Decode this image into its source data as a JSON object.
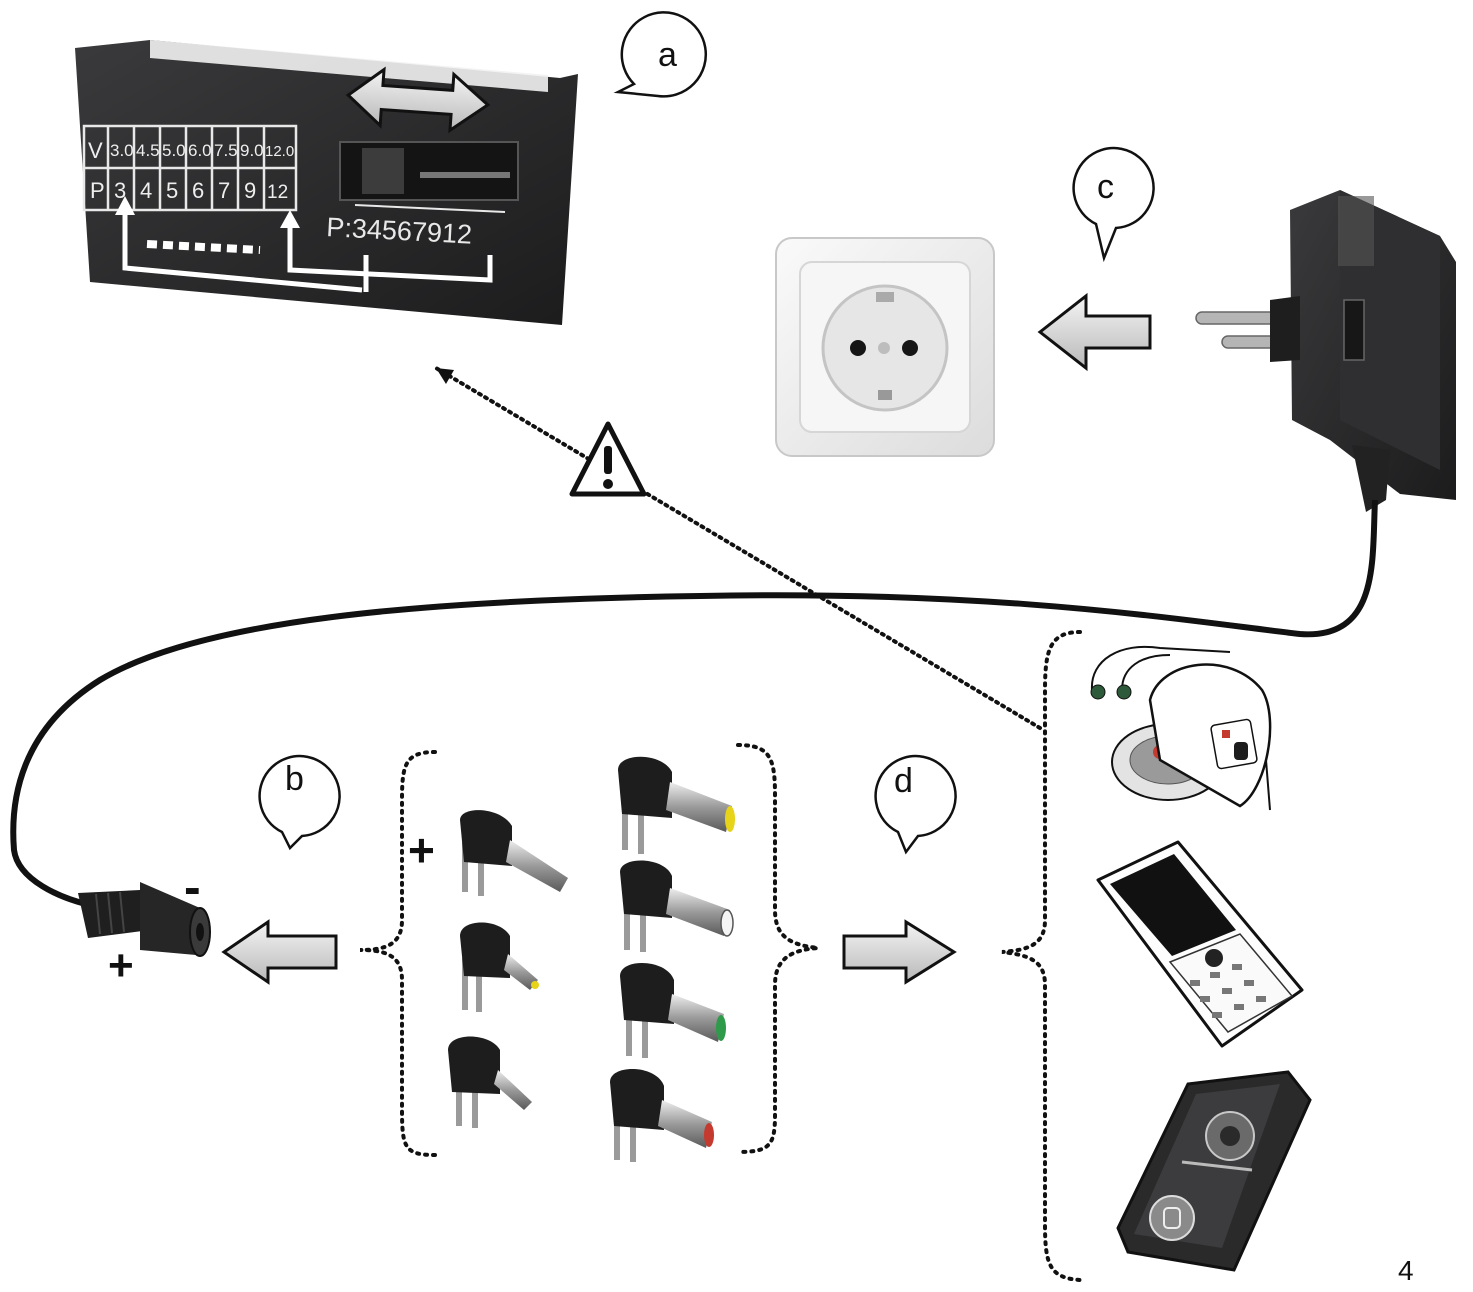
{
  "callouts": {
    "a": "a",
    "b": "b",
    "c": "c",
    "d": "d"
  },
  "selector_table": {
    "v_header": "V",
    "p_header": "P",
    "voltages": [
      "3.0",
      "4.5",
      "5.0",
      "6.0",
      "7.5",
      "9.0",
      "12.0"
    ],
    "positions": [
      "3",
      "4",
      "5",
      "6",
      "7",
      "9",
      "12"
    ],
    "slider_scale": "P:34567912"
  },
  "polarity": {
    "plug_minus": "-",
    "plug_plus": "+",
    "tip_plus": "+"
  },
  "page_number": "4",
  "icons": [
    "warning-icon",
    "swap-arrow-icon",
    "left-arrow-icon",
    "right-arrow-icon"
  ],
  "colors": {
    "adapter_body": "#2b2b2c",
    "arrow_fill": "#d9d9d9",
    "tip_yellow": "#e6d31a",
    "tip_green": "#2f9a4a",
    "tip_red": "#c43a2f"
  }
}
